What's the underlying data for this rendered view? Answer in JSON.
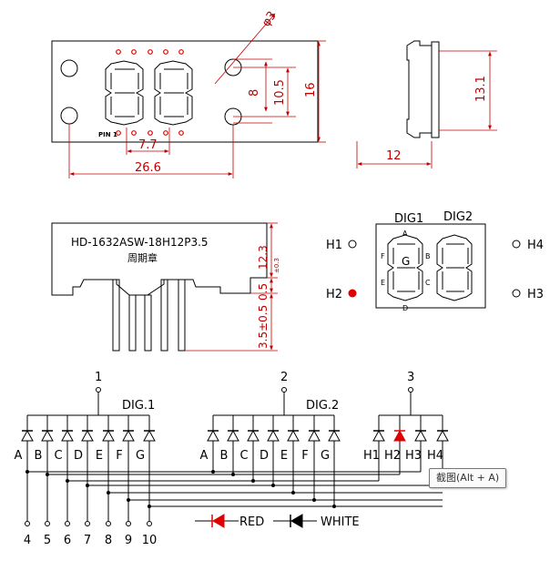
{
  "top_view": {
    "pin1_label": "PIN 1",
    "dim_hole": "φ3",
    "dim_inner_height": "8",
    "dim_hole_spacing_v": "10.5",
    "dim_total_height": "16",
    "dim_digit_pitch": "7.7",
    "dim_hole_spacing_h": "26.6"
  },
  "side_view": {
    "dim_height": "13.1",
    "dim_width": "12"
  },
  "front_view": {
    "part_number": "HD-1632ASW-18H12P3.5",
    "maker": "周期章",
    "dim_body_height": "12.3",
    "dim_body_tol": "±0.3",
    "dim_offset": "0.5",
    "dim_pin_length": "3.5±0.5"
  },
  "pinout_view": {
    "dig1": "DIG1",
    "dig2": "DIG2",
    "seg_a": "A",
    "seg_b": "B",
    "seg_c": "C",
    "seg_d": "D",
    "seg_e": "E",
    "seg_f": "F",
    "seg_g": "G",
    "h1": "H1",
    "h2": "H2",
    "h3": "H3",
    "h4": "H4",
    "h2_color": "#e00000"
  },
  "schematic": {
    "common_pins": [
      "1",
      "2",
      "3"
    ],
    "group1_label": "DIG.1",
    "group2_label": "DIG.2",
    "segment_labels": [
      "A",
      "B",
      "C",
      "D",
      "E",
      "F",
      "G"
    ],
    "indicator_labels": [
      "H1",
      "H2",
      "H3",
      "H4"
    ],
    "bottom_pins": [
      "4",
      "5",
      "6",
      "7",
      "8",
      "9",
      "10"
    ],
    "legend_red": "RED",
    "legend_white": "WHITE",
    "red_color": "#e00000"
  },
  "tooltip": {
    "text": "截图(Alt + A)"
  }
}
